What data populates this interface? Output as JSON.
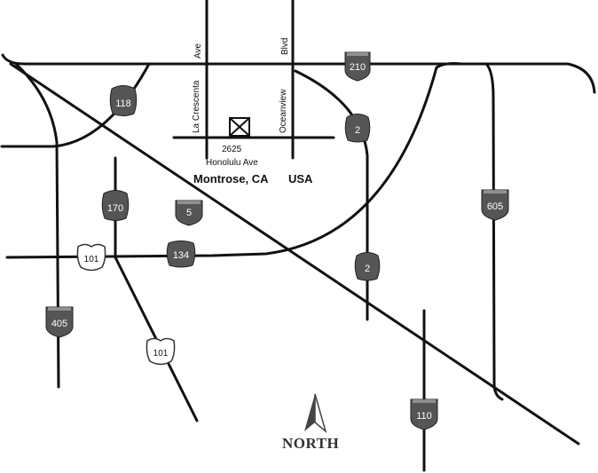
{
  "streets": {
    "la_crescenta": "La Crescenta",
    "ave": "Ave",
    "blvd": "Blvd",
    "oceanview": "Oceanview",
    "address_number": "2625",
    "honolulu": "Honolulu Ave"
  },
  "location": {
    "city": "Montrose, CA",
    "country": "USA"
  },
  "shields": {
    "i210": "210",
    "i5": "5",
    "i605": "605",
    "i405": "405",
    "i110": "110",
    "ca118": "118",
    "ca170": "170",
    "ca134": "134",
    "ca2_north": "2",
    "ca2_south": "2",
    "us101_west": "101",
    "us101_south": "101"
  },
  "compass": {
    "label": "NORTH"
  },
  "colors": {
    "road": "#111111",
    "interstate_shield": "#555555",
    "state_shield": "#555555",
    "us_shield": "#ffffff"
  },
  "icons": {
    "destination": "boxed-x-marker-icon",
    "compass": "north-arrow-icon"
  }
}
